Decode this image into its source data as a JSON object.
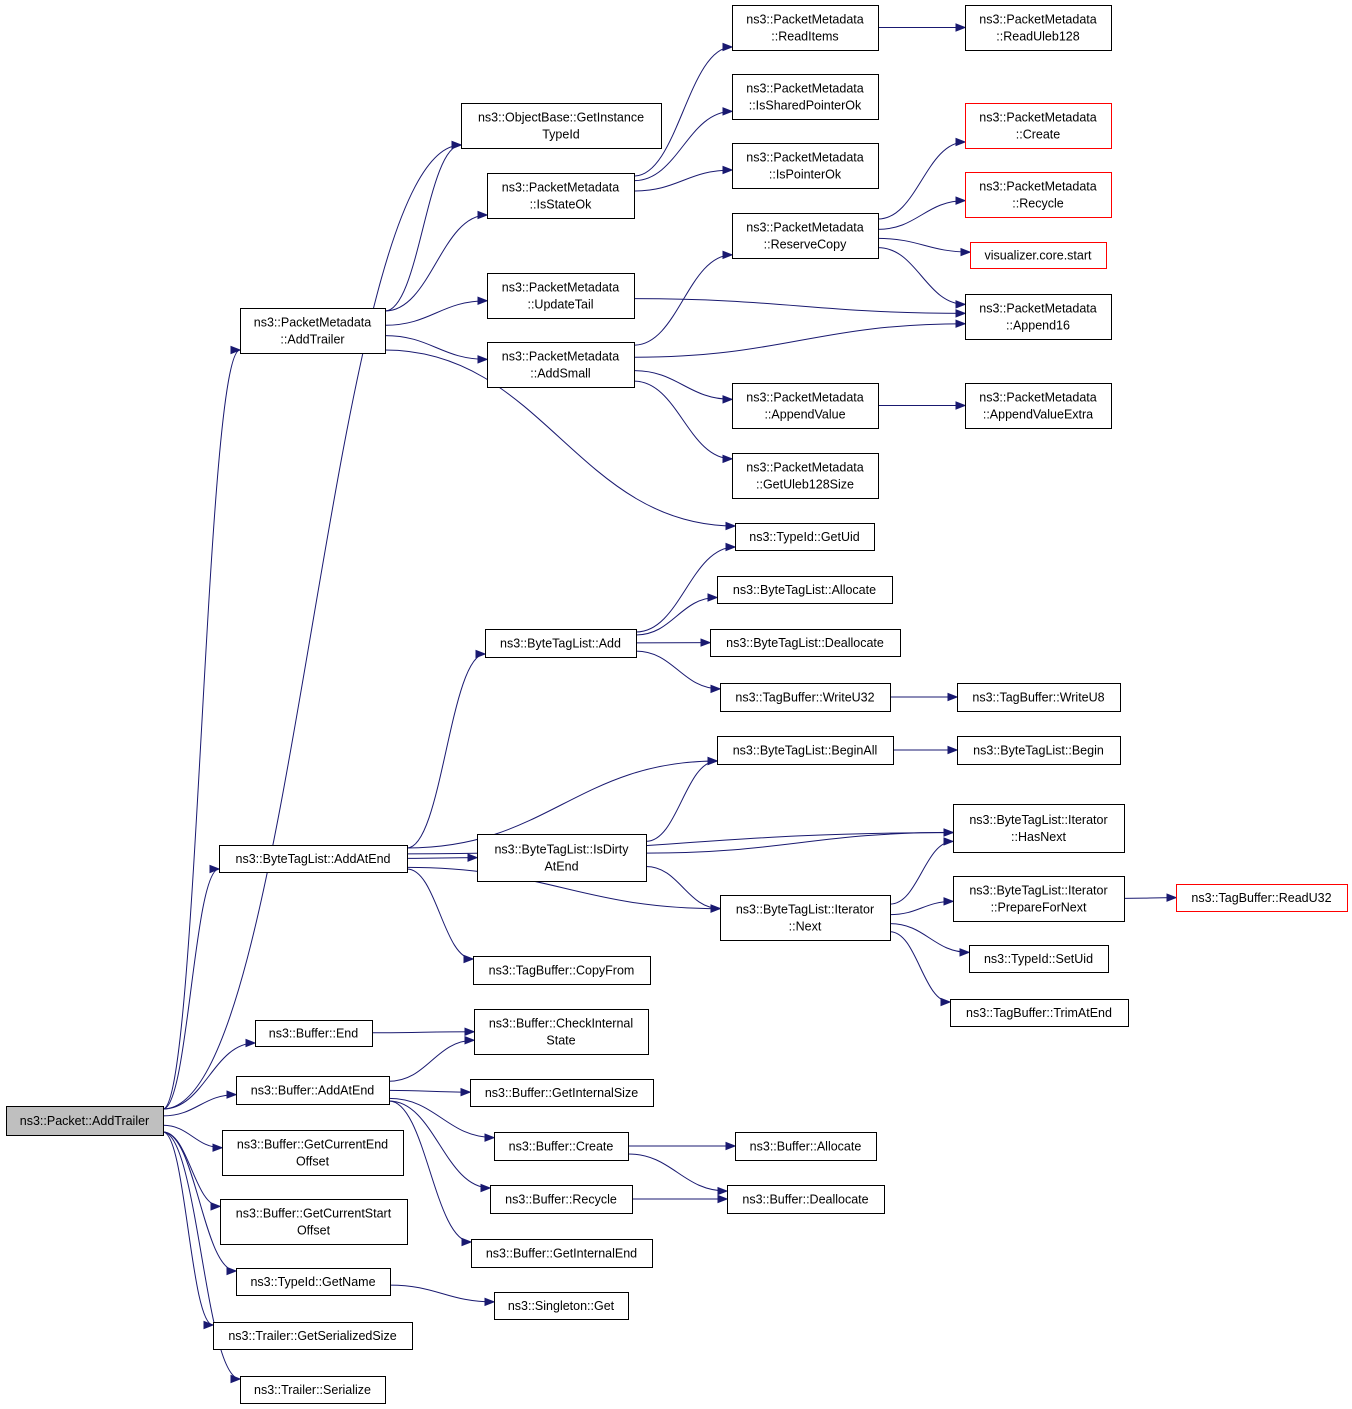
{
  "diagram": {
    "edge_color": "#191970",
    "root_fill": "#bfbfbf",
    "truncated_border": "#ff0000",
    "nodes": [
      {
        "id": "root",
        "lines": [
          "ns3::Packet::AddTrailer"
        ],
        "style": "root"
      },
      {
        "id": "getInstanceTypeId",
        "lines": [
          "ns3::ObjectBase::GetInstance",
          "TypeId"
        ],
        "style": "normal"
      },
      {
        "id": "pmAddTrailer",
        "lines": [
          "ns3::PacketMetadata",
          "::AddTrailer"
        ],
        "style": "normal"
      },
      {
        "id": "btlAddAtEnd",
        "lines": [
          "ns3::ByteTagList::AddAtEnd"
        ],
        "style": "normal"
      },
      {
        "id": "bufEnd",
        "lines": [
          "ns3::Buffer::End"
        ],
        "style": "normal"
      },
      {
        "id": "bufAddAtEnd",
        "lines": [
          "ns3::Buffer::AddAtEnd"
        ],
        "style": "normal"
      },
      {
        "id": "getCurEnd",
        "lines": [
          "ns3::Buffer::GetCurrentEnd",
          "Offset"
        ],
        "style": "normal"
      },
      {
        "id": "getCurStart",
        "lines": [
          "ns3::Buffer::GetCurrentStart",
          "Offset"
        ],
        "style": "normal"
      },
      {
        "id": "getName",
        "lines": [
          "ns3::TypeId::GetName"
        ],
        "style": "normal"
      },
      {
        "id": "getSerSize",
        "lines": [
          "ns3::Trailer::GetSerializedSize"
        ],
        "style": "normal"
      },
      {
        "id": "serialize",
        "lines": [
          "ns3::Trailer::Serialize"
        ],
        "style": "normal"
      },
      {
        "id": "isStateOk",
        "lines": [
          "ns3::PacketMetadata",
          "::IsStateOk"
        ],
        "style": "normal"
      },
      {
        "id": "updateTail",
        "lines": [
          "ns3::PacketMetadata",
          "::UpdateTail"
        ],
        "style": "normal"
      },
      {
        "id": "addSmall",
        "lines": [
          "ns3::PacketMetadata",
          "::AddSmall"
        ],
        "style": "normal"
      },
      {
        "id": "readItems",
        "lines": [
          "ns3::PacketMetadata",
          "::ReadItems"
        ],
        "style": "normal"
      },
      {
        "id": "isSharedPtrOk",
        "lines": [
          "ns3::PacketMetadata",
          "::IsSharedPointerOk"
        ],
        "style": "normal"
      },
      {
        "id": "isPointerOk",
        "lines": [
          "ns3::PacketMetadata",
          "::IsPointerOk"
        ],
        "style": "normal"
      },
      {
        "id": "reserveCopy",
        "lines": [
          "ns3::PacketMetadata",
          "::ReserveCopy"
        ],
        "style": "normal"
      },
      {
        "id": "appendValue",
        "lines": [
          "ns3::PacketMetadata",
          "::AppendValue"
        ],
        "style": "normal"
      },
      {
        "id": "getUleb128Size",
        "lines": [
          "ns3::PacketMetadata",
          "::GetUleb128Size"
        ],
        "style": "normal"
      },
      {
        "id": "readUleb128",
        "lines": [
          "ns3::PacketMetadata",
          "::ReadUleb128"
        ],
        "style": "normal"
      },
      {
        "id": "create",
        "lines": [
          "ns3::PacketMetadata",
          "::Create"
        ],
        "style": "truncated"
      },
      {
        "id": "recycle",
        "lines": [
          "ns3::PacketMetadata",
          "::Recycle"
        ],
        "style": "truncated"
      },
      {
        "id": "vizStart",
        "lines": [
          "visualizer.core.start"
        ],
        "style": "truncated"
      },
      {
        "id": "append16",
        "lines": [
          "ns3::PacketMetadata",
          "::Append16"
        ],
        "style": "normal"
      },
      {
        "id": "appendValueExtra",
        "lines": [
          "ns3::PacketMetadata",
          "::AppendValueExtra"
        ],
        "style": "normal"
      },
      {
        "id": "getUid",
        "lines": [
          "ns3::TypeId::GetUid"
        ],
        "style": "normal"
      },
      {
        "id": "btlAdd",
        "lines": [
          "ns3::ByteTagList::Add"
        ],
        "style": "normal"
      },
      {
        "id": "btlAllocate",
        "lines": [
          "ns3::ByteTagList::Allocate"
        ],
        "style": "normal"
      },
      {
        "id": "btlDeallocate",
        "lines": [
          "ns3::ByteTagList::Deallocate"
        ],
        "style": "normal"
      },
      {
        "id": "tbWriteU32",
        "lines": [
          "ns3::TagBuffer::WriteU32"
        ],
        "style": "normal"
      },
      {
        "id": "tbWriteU8",
        "lines": [
          "ns3::TagBuffer::WriteU8"
        ],
        "style": "normal"
      },
      {
        "id": "btlBeginAll",
        "lines": [
          "ns3::ByteTagList::BeginAll"
        ],
        "style": "normal"
      },
      {
        "id": "btlBegin",
        "lines": [
          "ns3::ByteTagList::Begin"
        ],
        "style": "normal"
      },
      {
        "id": "btlIsDirty",
        "lines": [
          "ns3::ByteTagList::IsDirty",
          "AtEnd"
        ],
        "style": "normal"
      },
      {
        "id": "itHasNext",
        "lines": [
          "ns3::ByteTagList::Iterator",
          "::HasNext"
        ],
        "style": "normal"
      },
      {
        "id": "itNext",
        "lines": [
          "ns3::ByteTagList::Iterator",
          "::Next"
        ],
        "style": "normal"
      },
      {
        "id": "itPrepare",
        "lines": [
          "ns3::ByteTagList::Iterator",
          "::PrepareForNext"
        ],
        "style": "normal"
      },
      {
        "id": "tbReadU32",
        "lines": [
          "ns3::TagBuffer::ReadU32"
        ],
        "style": "truncated"
      },
      {
        "id": "typeSetUid",
        "lines": [
          "ns3::TypeId::SetUid"
        ],
        "style": "normal"
      },
      {
        "id": "tbTrimAtEnd",
        "lines": [
          "ns3::TagBuffer::TrimAtEnd"
        ],
        "style": "normal"
      },
      {
        "id": "tbCopyFrom",
        "lines": [
          "ns3::TagBuffer::CopyFrom"
        ],
        "style": "normal"
      },
      {
        "id": "bufCheckInternal",
        "lines": [
          "ns3::Buffer::CheckInternal",
          "State"
        ],
        "style": "normal"
      },
      {
        "id": "bufGetInternalSize",
        "lines": [
          "ns3::Buffer::GetInternalSize"
        ],
        "style": "normal"
      },
      {
        "id": "bufCreate",
        "lines": [
          "ns3::Buffer::Create"
        ],
        "style": "normal"
      },
      {
        "id": "bufRecycle",
        "lines": [
          "ns3::Buffer::Recycle"
        ],
        "style": "normal"
      },
      {
        "id": "bufGetInternalEnd",
        "lines": [
          "ns3::Buffer::GetInternalEnd"
        ],
        "style": "normal"
      },
      {
        "id": "bufAllocate",
        "lines": [
          "ns3::Buffer::Allocate"
        ],
        "style": "normal"
      },
      {
        "id": "bufDeallocate",
        "lines": [
          "ns3::Buffer::Deallocate"
        ],
        "style": "normal"
      },
      {
        "id": "singletonGet",
        "lines": [
          "ns3::Singleton::Get"
        ],
        "style": "normal"
      }
    ],
    "edges": [
      [
        "root",
        "getInstanceTypeId"
      ],
      [
        "root",
        "pmAddTrailer"
      ],
      [
        "root",
        "btlAddAtEnd"
      ],
      [
        "root",
        "bufEnd"
      ],
      [
        "root",
        "bufAddAtEnd"
      ],
      [
        "root",
        "getCurEnd"
      ],
      [
        "root",
        "getCurStart"
      ],
      [
        "root",
        "getName"
      ],
      [
        "root",
        "getSerSize"
      ],
      [
        "root",
        "serialize"
      ],
      [
        "pmAddTrailer",
        "getInstanceTypeId"
      ],
      [
        "pmAddTrailer",
        "isStateOk"
      ],
      [
        "pmAddTrailer",
        "updateTail"
      ],
      [
        "pmAddTrailer",
        "addSmall"
      ],
      [
        "pmAddTrailer",
        "getUid"
      ],
      [
        "isStateOk",
        "readItems"
      ],
      [
        "isStateOk",
        "isSharedPtrOk"
      ],
      [
        "isStateOk",
        "isPointerOk"
      ],
      [
        "readItems",
        "readUleb128"
      ],
      [
        "updateTail",
        "append16"
      ],
      [
        "addSmall",
        "reserveCopy"
      ],
      [
        "addSmall",
        "append16"
      ],
      [
        "addSmall",
        "appendValue"
      ],
      [
        "addSmall",
        "getUleb128Size"
      ],
      [
        "reserveCopy",
        "create"
      ],
      [
        "reserveCopy",
        "recycle"
      ],
      [
        "reserveCopy",
        "vizStart"
      ],
      [
        "reserveCopy",
        "append16"
      ],
      [
        "appendValue",
        "appendValueExtra"
      ],
      [
        "btlAddAtEnd",
        "btlAdd"
      ],
      [
        "btlAddAtEnd",
        "btlBeginAll"
      ],
      [
        "btlAddAtEnd",
        "itHasNext"
      ],
      [
        "btlAddAtEnd",
        "btlIsDirty"
      ],
      [
        "btlAddAtEnd",
        "itNext"
      ],
      [
        "btlAddAtEnd",
        "tbCopyFrom"
      ],
      [
        "btlAdd",
        "getUid"
      ],
      [
        "btlAdd",
        "btlAllocate"
      ],
      [
        "btlAdd",
        "btlDeallocate"
      ],
      [
        "btlAdd",
        "tbWriteU32"
      ],
      [
        "tbWriteU32",
        "tbWriteU8"
      ],
      [
        "btlBeginAll",
        "btlBegin"
      ],
      [
        "btlIsDirty",
        "btlBeginAll"
      ],
      [
        "btlIsDirty",
        "itHasNext"
      ],
      [
        "btlIsDirty",
        "itNext"
      ],
      [
        "itNext",
        "itHasNext"
      ],
      [
        "itNext",
        "itPrepare"
      ],
      [
        "itNext",
        "typeSetUid"
      ],
      [
        "itNext",
        "tbTrimAtEnd"
      ],
      [
        "itPrepare",
        "tbReadU32"
      ],
      [
        "bufEnd",
        "bufCheckInternal"
      ],
      [
        "bufAddAtEnd",
        "bufCheckInternal"
      ],
      [
        "bufAddAtEnd",
        "bufGetInternalSize"
      ],
      [
        "bufAddAtEnd",
        "bufCreate"
      ],
      [
        "bufAddAtEnd",
        "bufRecycle"
      ],
      [
        "bufAddAtEnd",
        "bufGetInternalEnd"
      ],
      [
        "bufCreate",
        "bufAllocate"
      ],
      [
        "bufCreate",
        "bufDeallocate"
      ],
      [
        "bufRecycle",
        "bufDeallocate"
      ],
      [
        "getName",
        "singletonGet"
      ]
    ]
  }
}
